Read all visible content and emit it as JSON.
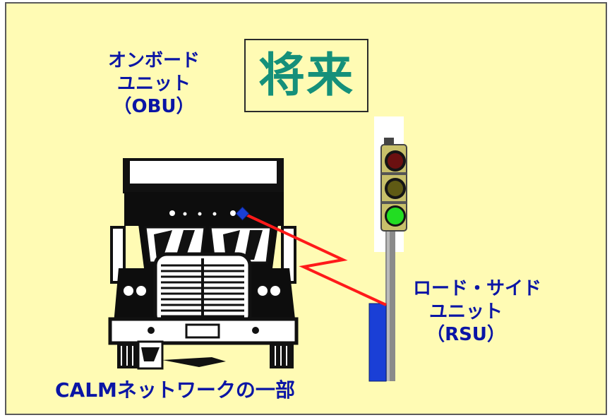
{
  "future_label": "将来",
  "obu_label": [
    "オンボード",
    "ユニット",
    "（OBU）"
  ],
  "rsu_label": [
    "ロード・サイド",
    "ユニット",
    "（RSU）"
  ],
  "caption": "CALMネットワークの一部",
  "colors": {
    "background": "#fffbb4",
    "label_text": "#0a15a5",
    "future_text": "#15907a",
    "radio_link": "#ff1a1a",
    "rsu_unit": "#1a3fd6",
    "obu_marker": "#1a3fd6",
    "signal_green": "#22dd22"
  },
  "icons": [
    "truck-icon",
    "traffic-light-icon",
    "radio-link-icon",
    "obu-marker-icon",
    "rsu-unit-icon"
  ]
}
